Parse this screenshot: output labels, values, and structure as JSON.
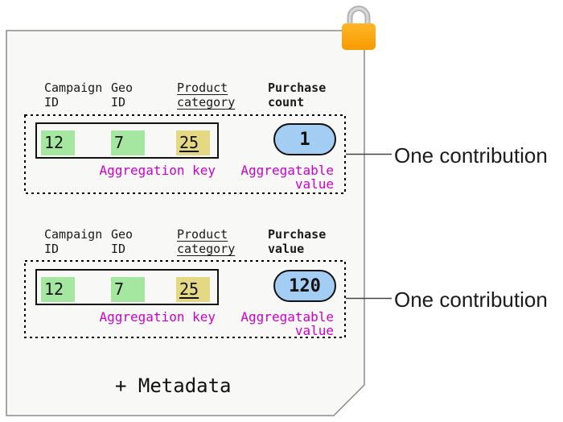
{
  "page": {
    "metadata_label": "+ Metadata",
    "lock_icon": "lock-icon"
  },
  "colors": {
    "page_fill": "#f8f8f7",
    "page_border": "#8a8a8a",
    "green_cell": "#a5e6a0",
    "yellow_cell": "#e4d882",
    "blue_pill": "#a4cdf3",
    "magenta_label": "#cc00cc",
    "lock_body": "#ffa713",
    "lock_shackle": "#b3b3b3"
  },
  "sections": [
    {
      "columns": [
        {
          "line1": "Campaign",
          "line2": "ID"
        },
        {
          "line1": "Geo",
          "line2": "ID"
        },
        {
          "line1": "Product",
          "line2": "category"
        },
        {
          "line1": "Purchase",
          "line2": "count"
        }
      ],
      "key_cells": [
        {
          "value": "12"
        },
        {
          "value": "7"
        },
        {
          "value": "25"
        }
      ],
      "pill_value": "1",
      "aggregation_key_label": "Aggregation key",
      "aggregatable_value_label_line1": "Aggregatable",
      "aggregatable_value_label_line2": "value",
      "annotation": "One contribution"
    },
    {
      "columns": [
        {
          "line1": "Campaign",
          "line2": "ID"
        },
        {
          "line1": "Geo",
          "line2": "ID"
        },
        {
          "line1": "Product",
          "line2": "category"
        },
        {
          "line1": "Purchase",
          "line2": "value"
        }
      ],
      "key_cells": [
        {
          "value": "12"
        },
        {
          "value": "7"
        },
        {
          "value": "25"
        }
      ],
      "pill_value": "120",
      "aggregation_key_label": "Aggregation key",
      "aggregatable_value_label_line1": "Aggregatable",
      "aggregatable_value_label_line2": "value",
      "annotation": "One contribution"
    }
  ]
}
